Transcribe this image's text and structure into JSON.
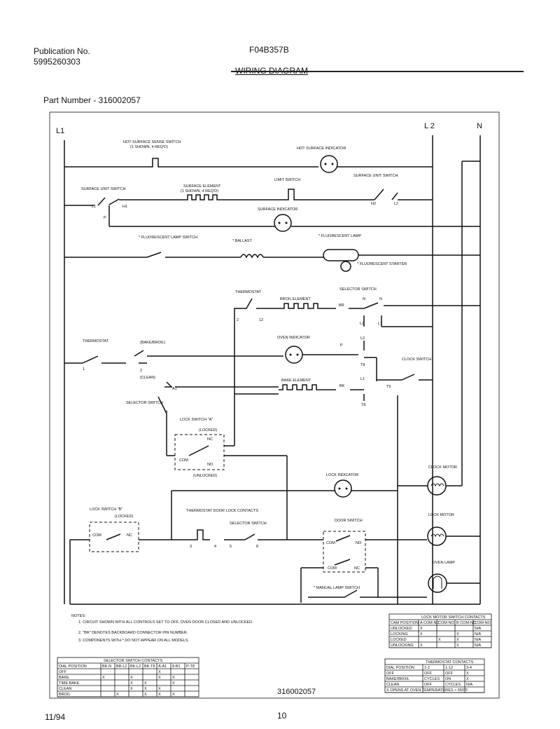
{
  "header": {
    "publication_label": "Publication No.",
    "publication_number": "5995260303",
    "model": "F04B357B",
    "title": "WIRING DIAGRAM",
    "part_number": "Part Number - 316002057"
  },
  "footer": {
    "date": "11/94",
    "page": "10",
    "drawing_number": "316002057"
  },
  "lines": {
    "l1": "L1",
    "l2": "L 2",
    "n": "N"
  },
  "components": {
    "hot_surface_sense_switch": "HOT SURFACE SENSE SWITCH",
    "hot_surface_sense_switch_sub": "(1 SHOWN, 4 REQ'D)",
    "hot_surface_indicator": "HOT SURFACE INDICATOR",
    "surface_unit_switch_left": "SURFACE UNIT SWITCH",
    "surface_element": "SURFACE ELEMENT",
    "surface_element_sub": "(1 SHOWN, 4 REQ'D)",
    "limit_switch": "LIMIT SWITCH",
    "surface_unit_switch_right": "SURFACE UNIT SWITCH",
    "surface_indicator": "SURFACE INDICATOR",
    "fluorescent_lamp_switch": "* FLUORESCENT LAMP SWITCH",
    "ballast": "* BALLAST",
    "fluorescent_lamp": "* FLUORESCENT LAMP",
    "fluorescent_starter": "* FLUORESCENT STARTER",
    "thermostat_top": "THERMOSTAT",
    "broil_element": "BROIL ELEMENT",
    "selector_switch_top": "SELECTOR SWITCH",
    "thermostat_left": "THERMOSTAT",
    "bake_broil": "(BAKE/BROIL)",
    "oven_indicator": "OVEN INDICATOR",
    "clock_switch": "CLOCK SWITCH",
    "clean": "(CLEAN)",
    "selector_switch_left": "SELECTOR SWITCH",
    "bake_element": "BAKE ELEMENT",
    "lock_switch_a": "LOCK SWITCH \"A\"",
    "locked": "(LOCKED)",
    "unlocked": "(UNLOCKED)",
    "lock_indicator": "LOCK INDICATOR",
    "clock_motor": "CLOCK MOTOR",
    "lock_switch_b": "LOCK SWITCH \"B\"",
    "locked_b": "(LOCKED)",
    "thermostat_door_lock_contacts": "THERMOSTAT DOOR LOCK CONTACTS",
    "selector_switch_bottom": "SELECTOR SWITCH",
    "door_switch": "DOOR SWITCH",
    "lock_motor": "LOCK MOTOR",
    "oven_lamp": "OVEN LAMP",
    "manual_lamp_switch": "* MANUAL LAMP SWITCH"
  },
  "terminals": {
    "l1": "L1",
    "h1": "H1",
    "p": "P",
    "h2": "H2",
    "l2": "L2",
    "c2": "2",
    "c12": "12",
    "c1": "1",
    "c2b": "2",
    "br": "BR",
    "n": "N",
    "l2a": "L2",
    "l1a": "L1",
    "l2b": "L2",
    "pp": "P",
    "t8": "T8",
    "a1": "A1",
    "a": "A",
    "bk": "BK",
    "l1b": "L1",
    "t8b": "T8",
    "t9": "T9",
    "nc": "NC",
    "com": "COM",
    "no": "NO",
    "com_b": "COM",
    "nc_b": "NC",
    "t3": "3",
    "t4": "4",
    "t5": "5",
    "t8c": "8",
    "com_d": "COM",
    "no_d": "NO",
    "com_m": "COM",
    "nc_m": "NC"
  },
  "notes": {
    "heading": "NOTES:",
    "items": [
      "1. CIRCUIT SHOWN WITH ALL CONTROLS SET TO OFF, OVEN DOOR CLOSED AND UNLOCKED.",
      "2. \"BR\" DENOTES BACKBOARD CONNECTOR PIN NUMBER.",
      "3. COMPONENTS WITH * DO NOT APPEAR ON ALL MODELS."
    ]
  },
  "lock_motor_table": {
    "title": "LOCK MOTOR SWITCH CONTACTS",
    "headers": [
      "CAM POSITION",
      "A COM-NC",
      "COM-NO",
      "B COM-NC",
      "COM-NO"
    ],
    "rows": [
      [
        "UNLOCKED",
        "X",
        "",
        "",
        "N/A"
      ],
      [
        "LOCKING",
        "X",
        "",
        "X",
        "N/A"
      ],
      [
        "LOCKED",
        "",
        "X",
        "X",
        "N/A"
      ],
      [
        "UNLOCKING",
        "X",
        "",
        "X",
        "N/A"
      ]
    ]
  },
  "selector_table": {
    "title": "SELECTOR SWITCH CONTACTS",
    "headers": [
      "DIAL POSITION",
      "BK-N",
      "BR-L2",
      "BK-L2",
      "BK-T8",
      "A-A1",
      "8-B1",
      "P-T8"
    ],
    "rows": [
      [
        "OFF",
        "",
        "",
        "",
        "",
        "X",
        "",
        ""
      ],
      [
        "BAKE",
        "X",
        "",
        "X",
        "",
        "X",
        "X",
        ""
      ],
      [
        "TIME BAKE",
        "",
        "",
        "X",
        "X",
        "",
        "X",
        ""
      ],
      [
        "CLEAN",
        "",
        "",
        "X",
        "X",
        "X",
        "",
        ""
      ],
      [
        "BROIL",
        "",
        "X",
        "",
        "X",
        "X",
        "X",
        ""
      ]
    ]
  },
  "thermostat_table": {
    "title": "THERMOSTAT CONTACTS",
    "headers": [
      "DIAL POSITION",
      "1-2",
      "1-12",
      "3-4"
    ],
    "rows": [
      [
        "OFF",
        "OFF",
        "OFF",
        "X"
      ],
      [
        "BAKE/BROIL",
        "CYCLES",
        "ON",
        "X"
      ],
      [
        "CLEAN",
        "OFF",
        "CYCLES",
        "N/A"
      ],
      [
        "X OPENS AT OVEN TEMPERATURES > 550°F",
        "",
        "",
        ""
      ]
    ]
  }
}
